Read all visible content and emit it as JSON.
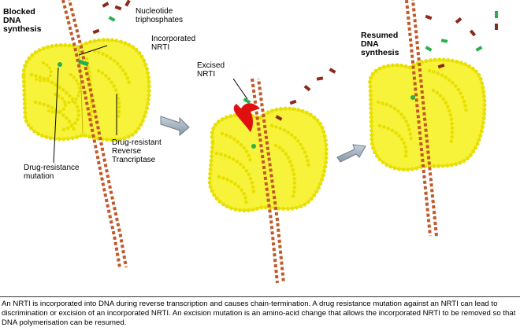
{
  "labels": {
    "blocked": "Blocked\nDNA\nsynthesis",
    "nucleotide": "Nucleotide\ntriphosphates",
    "incorporated": "Incorporated\nNRTI",
    "excised": "Excised\nNRTI",
    "resumed": "Resumed\nDNA\nsynthesis",
    "drug_rt": "Drug-resistant\nReverse\nTrancriptase",
    "mutation": "Drug-resistance\nmutation"
  },
  "caption": "An NRTI is incorporated into DNA during reverse transcription and causes chain-termination. A drug resistance mutation against an NRTI can lead to  discrimination or  excision of an incorporated NRTI.  An excision mutation is an amino-acid change that allows the incorporated NRTI to be removed so that DNA polymerisation can be resumed.",
  "colors": {
    "enzyme_fill": "#f7f23a",
    "bead": "#e8e000",
    "dna": "#c0582a",
    "nucleotide_green": "#28b050",
    "nucleotide_red": "#8b2a1a",
    "excision_arrow": "#e01010",
    "step_arrow": "#9aa8b8"
  }
}
